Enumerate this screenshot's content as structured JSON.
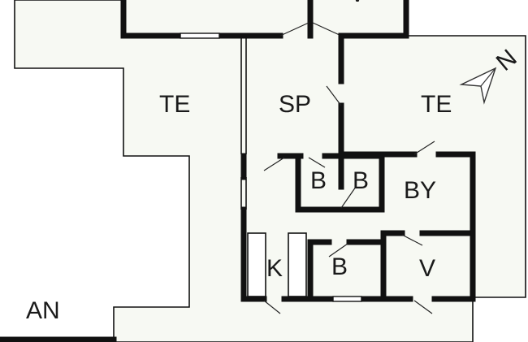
{
  "rooms": [
    {
      "id": "te-left",
      "label": "TE"
    },
    {
      "id": "sp",
      "label": "SP"
    },
    {
      "id": "te-right",
      "label": "TE"
    },
    {
      "id": "b1",
      "label": "B"
    },
    {
      "id": "b2",
      "label": "B"
    },
    {
      "id": "by",
      "label": "BY"
    },
    {
      "id": "k",
      "label": "K"
    },
    {
      "id": "b3",
      "label": "B"
    },
    {
      "id": "v-lower",
      "label": "V"
    },
    {
      "id": "v-top",
      "label": "V"
    },
    {
      "id": "an",
      "label": "AN"
    }
  ],
  "compass": {
    "label": "N"
  },
  "colors": {
    "wall": "#111111",
    "terrace": "#f7f9f3",
    "background": "#ffffff"
  }
}
